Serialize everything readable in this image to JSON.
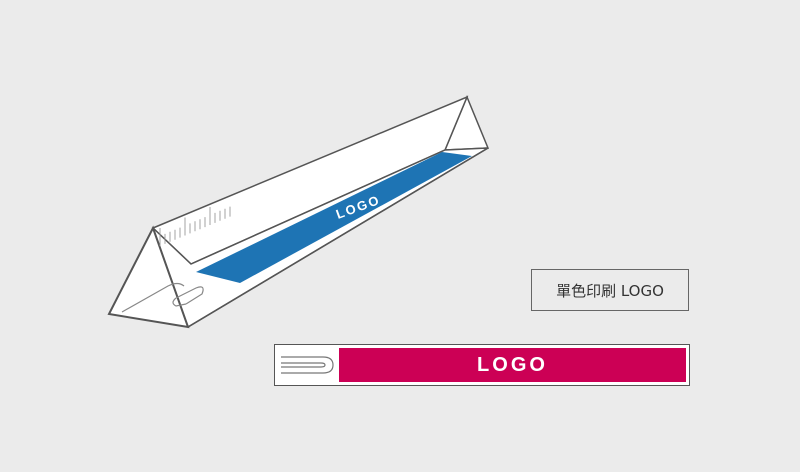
{
  "prism_logo_text": "LOGO",
  "print_label": "單色印刷 LOGO",
  "strip_logo_text": "LOGO",
  "colors": {
    "background": "#ebebeb",
    "prism_logo_band": "#1e74b4",
    "strip_logo_band": "#cc0055",
    "outline": "#555555"
  }
}
